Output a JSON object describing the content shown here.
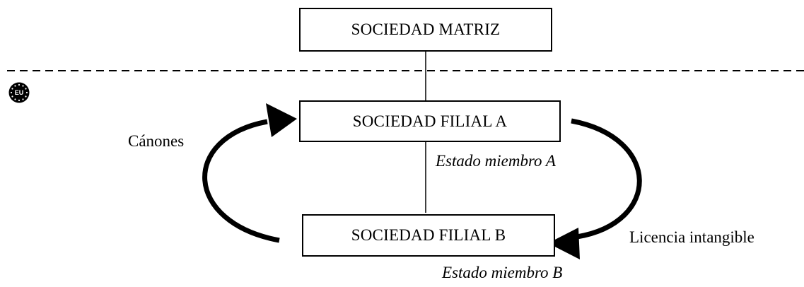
{
  "boxes": {
    "parent": "SOCIEDAD MATRIZ",
    "subsidiary_a": "SOCIEDAD FILIAL A",
    "subsidiary_b": "SOCIEDAD FILIAL B"
  },
  "labels": {
    "member_state_a": "Estado miembro A",
    "member_state_b": "Estado miembro B",
    "royalties": "Cánones",
    "licence": "Licencia intangible"
  },
  "eu_badge": {
    "text": "EU",
    "icon": "eu-stars-icon"
  },
  "colors": {
    "line": "#000000",
    "background": "#ffffff"
  }
}
